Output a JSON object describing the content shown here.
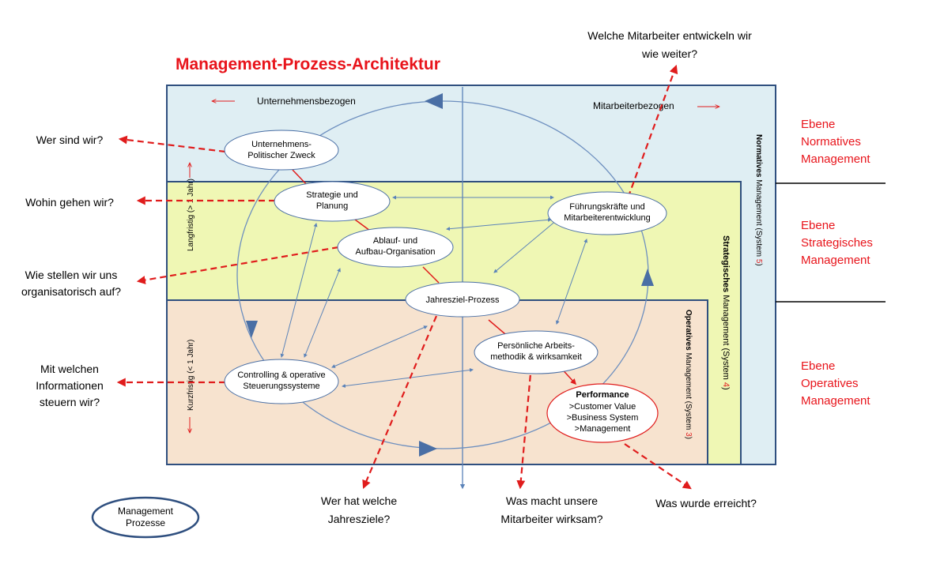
{
  "title": "Management-Prozess-Architektur",
  "colors": {
    "title_red": "#e8141b",
    "arrow_red": "#e01c1c",
    "normative_fill": "#dfeef3",
    "strategic_fill": "#eff7b4",
    "operative_fill": "#f7e3cf",
    "frame_blue": "#2f4f7f",
    "connector_blue": "#5b83b9"
  },
  "axis": {
    "left_label": "Unternehmensbezogen",
    "right_label": "Mitarbeiterbezogen",
    "long_term": "Langfristig (> 1 Jahr)",
    "short_term": "Kurzfristig (< 1 Jahr)"
  },
  "level_bars": {
    "normative": {
      "prefix": "Normatives",
      "rest": " Management (System ",
      "num": "5",
      "suffix": ")"
    },
    "strategic": {
      "prefix": "Strategisches",
      "rest": " Management (System ",
      "num": "4",
      "suffix": ")"
    },
    "operative": {
      "prefix": "Operatives",
      "rest": " Management (System ",
      "num": "3",
      "suffix": ")"
    }
  },
  "levels": {
    "normative": [
      "Ebene",
      "Normatives",
      "Management"
    ],
    "strategic": [
      "Ebene",
      "Strategisches",
      "Management"
    ],
    "operative": [
      "Ebene",
      "Operatives",
      "Management"
    ]
  },
  "nodes": {
    "zweck": [
      "Unternehmens-",
      "Politischer Zweck"
    ],
    "strategie": [
      "Strategie und",
      "Planung"
    ],
    "ablauf": [
      "Ablauf- und",
      "Aufbau-Organisation"
    ],
    "fuehrung": [
      "Führungskräfte und",
      "Mitarbeiterentwicklung"
    ],
    "jahresziel": [
      "Jahresziel-Prozess"
    ],
    "arbeitsmethodik": [
      "Persönliche Arbeits-",
      "methodik & wirksamkeit"
    ],
    "controlling": [
      "Controlling & operative",
      "Steuerungssysteme"
    ],
    "performance": [
      "Performance",
      ">Customer Value",
      ">Business System",
      ">Management"
    ]
  },
  "questions": {
    "wer_sind_wir": [
      "Wer sind wir?"
    ],
    "wohin": [
      "Wohin gehen  wir?"
    ],
    "organisatorisch": [
      "Wie stellen wir uns",
      "organisatorisch auf?"
    ],
    "informationen": [
      "Mit welchen",
      "Informationen",
      "steuern wir?"
    ],
    "mitarbeiter_entwickeln": [
      "Welche Mitarbeiter entwickeln wir",
      "wie weiter?"
    ],
    "jahresziele": [
      "Wer hat welche",
      "Jahresziele?"
    ],
    "wirksam": [
      "Was macht unsere",
      "Mitarbeiter wirksam?"
    ],
    "erreicht": [
      "Was wurde erreicht?"
    ]
  },
  "legend": [
    "Management",
    "Prozesse"
  ]
}
